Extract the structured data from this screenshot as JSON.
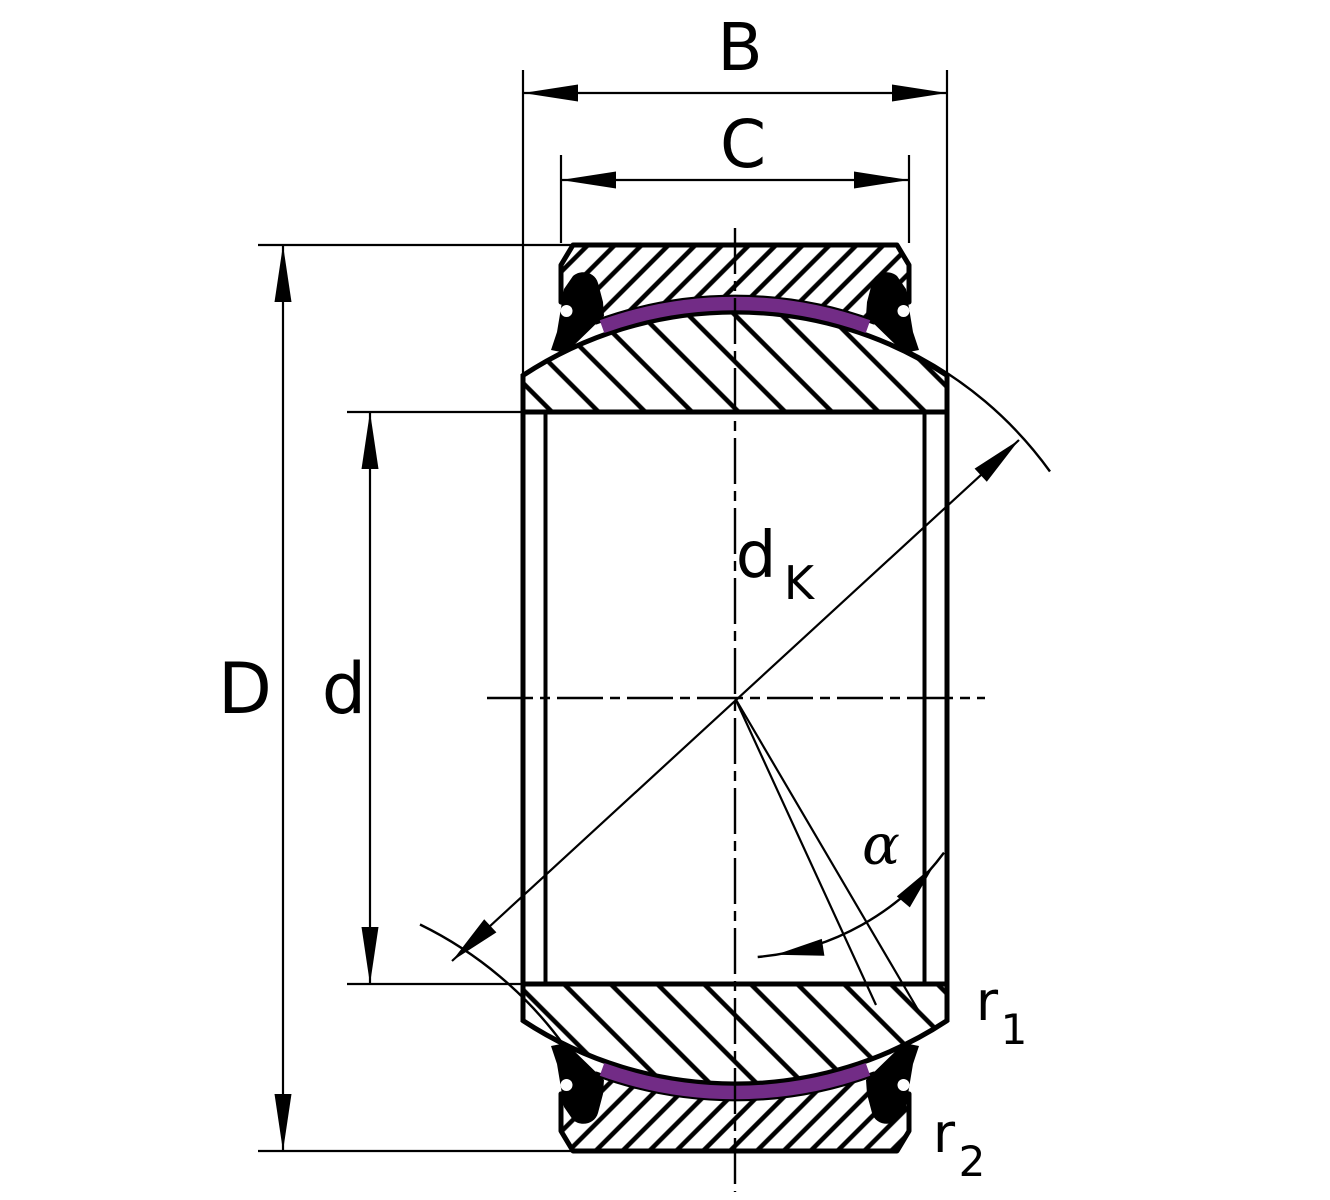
{
  "diagram": {
    "kind": "bearing-cross-section",
    "labels": {
      "width_outer": "B",
      "width_inner": "C",
      "outside_diameter": "D",
      "bore_diameter": "d",
      "sphere_diameter_main": "d",
      "sphere_diameter_sub": "K",
      "tilt_angle": "α",
      "radius1_main": "r",
      "radius1_sub": "1",
      "radius2_main": "r",
      "radius2_sub": "2"
    },
    "colors": {
      "ink": "#000000",
      "liner": "#722c86",
      "background": "#ffffff"
    }
  }
}
